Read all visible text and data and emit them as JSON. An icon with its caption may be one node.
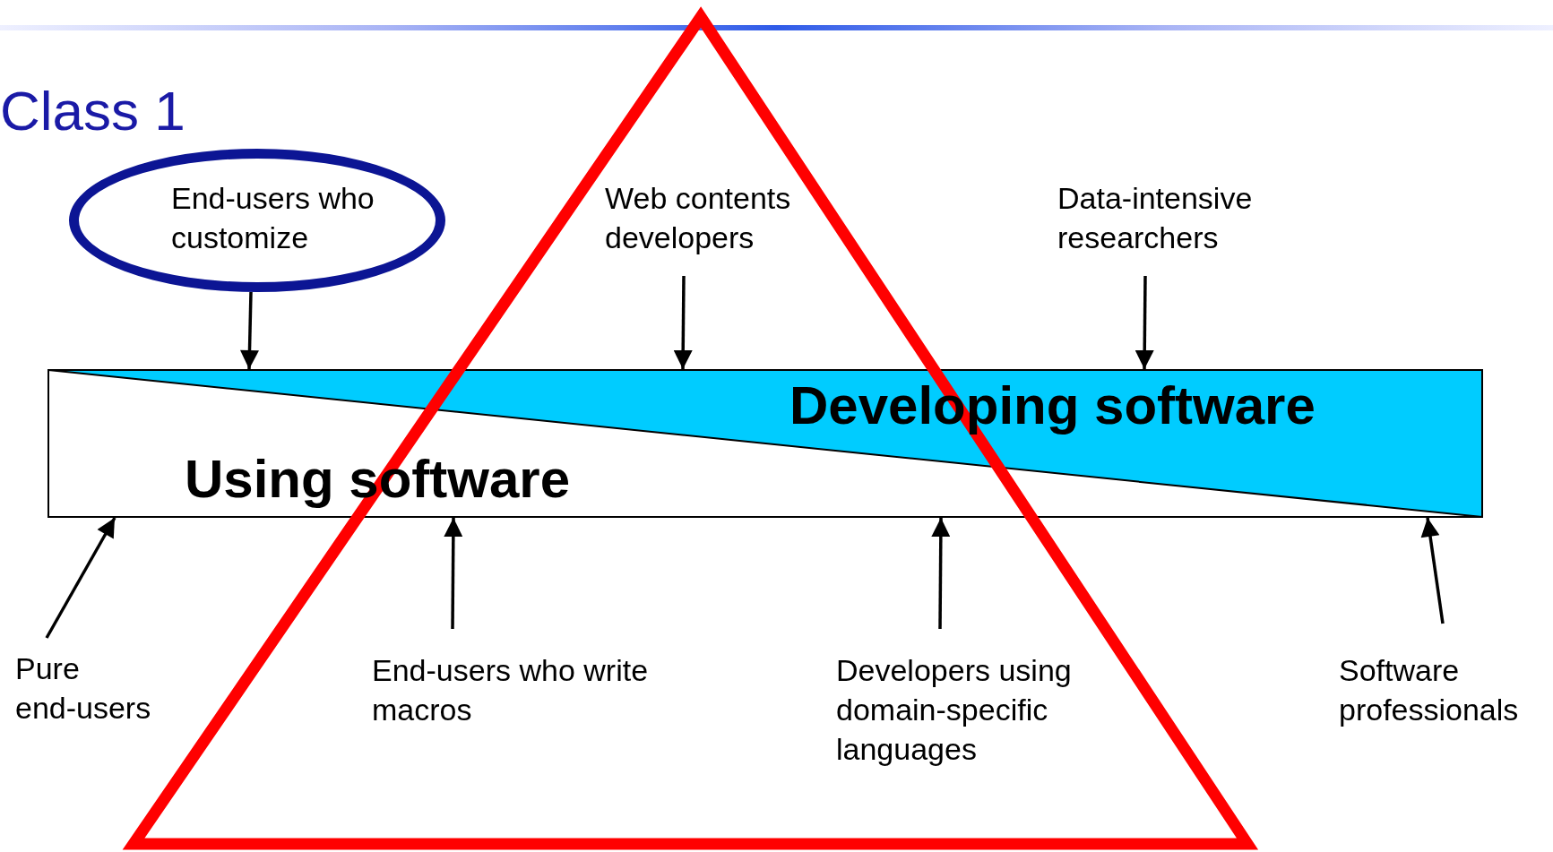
{
  "diagram": {
    "title": "Class 1",
    "nodes": [
      {
        "text": [
          "End-users who customize"
        ]
      },
      {
        "text": [
          "Web contents developers"
        ]
      },
      {
        "text": [
          "Data-intensive researchers"
        ]
      },
      {
        "text": [
          "Developing software",
          "Using software"
        ]
      },
      {
        "text": [
          "Pure end-users"
        ]
      },
      {
        "text": [
          "End-users who write macros"
        ]
      },
      {
        "text": [
          "Developers using domain-specific languages"
        ]
      },
      {
        "text": [
          "Software professionals"
        ]
      }
    ],
    "edges": [
      {
        "from": 0,
        "to": 3,
        "arrow": "to"
      },
      {
        "from": 1,
        "to": 3,
        "arrow": "to"
      },
      {
        "from": 2,
        "to": 3,
        "arrow": "to"
      },
      {
        "from": 4,
        "to": 3,
        "arrow": "to"
      },
      {
        "from": 5,
        "to": 3,
        "arrow": "to"
      },
      {
        "from": 6,
        "to": 3,
        "arrow": "to"
      },
      {
        "from": 7,
        "to": 3,
        "arrow": "to"
      }
    ]
  }
}
